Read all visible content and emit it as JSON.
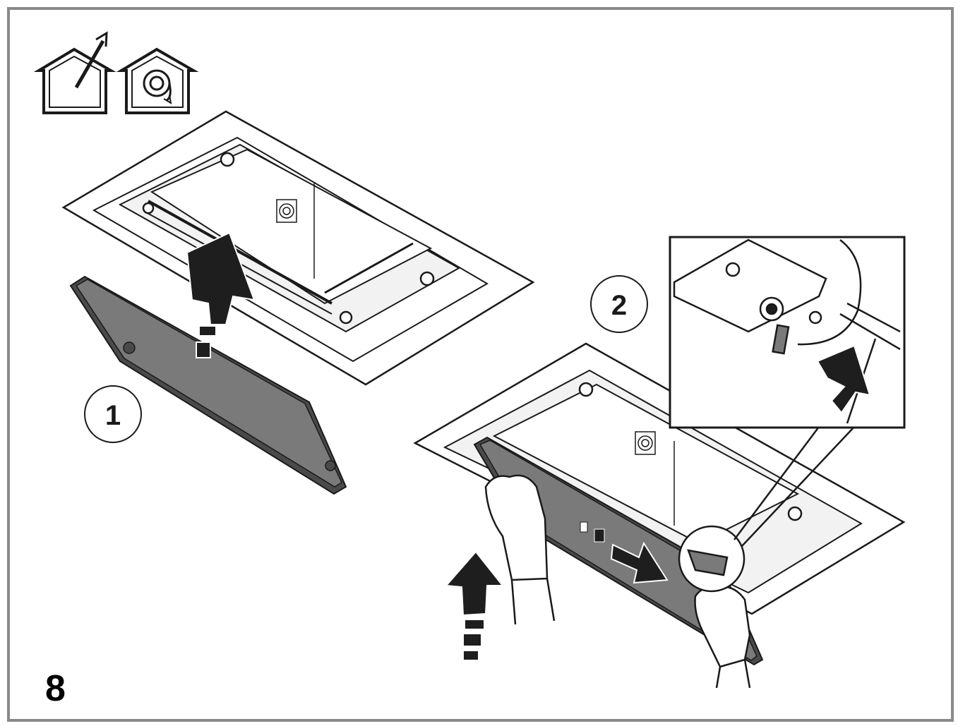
{
  "figure": {
    "number": "8",
    "steps": [
      {
        "label": "1"
      },
      {
        "label": "2"
      }
    ],
    "icons": [
      "ducted-house-icon",
      "recirculation-house-icon"
    ],
    "colors": {
      "frame": "#8a8a8a",
      "line": "#1a1a1a",
      "panel": "#7a7a7a",
      "panel_dark": "#4a4a4a",
      "arrow": "#1e1e1e"
    }
  }
}
